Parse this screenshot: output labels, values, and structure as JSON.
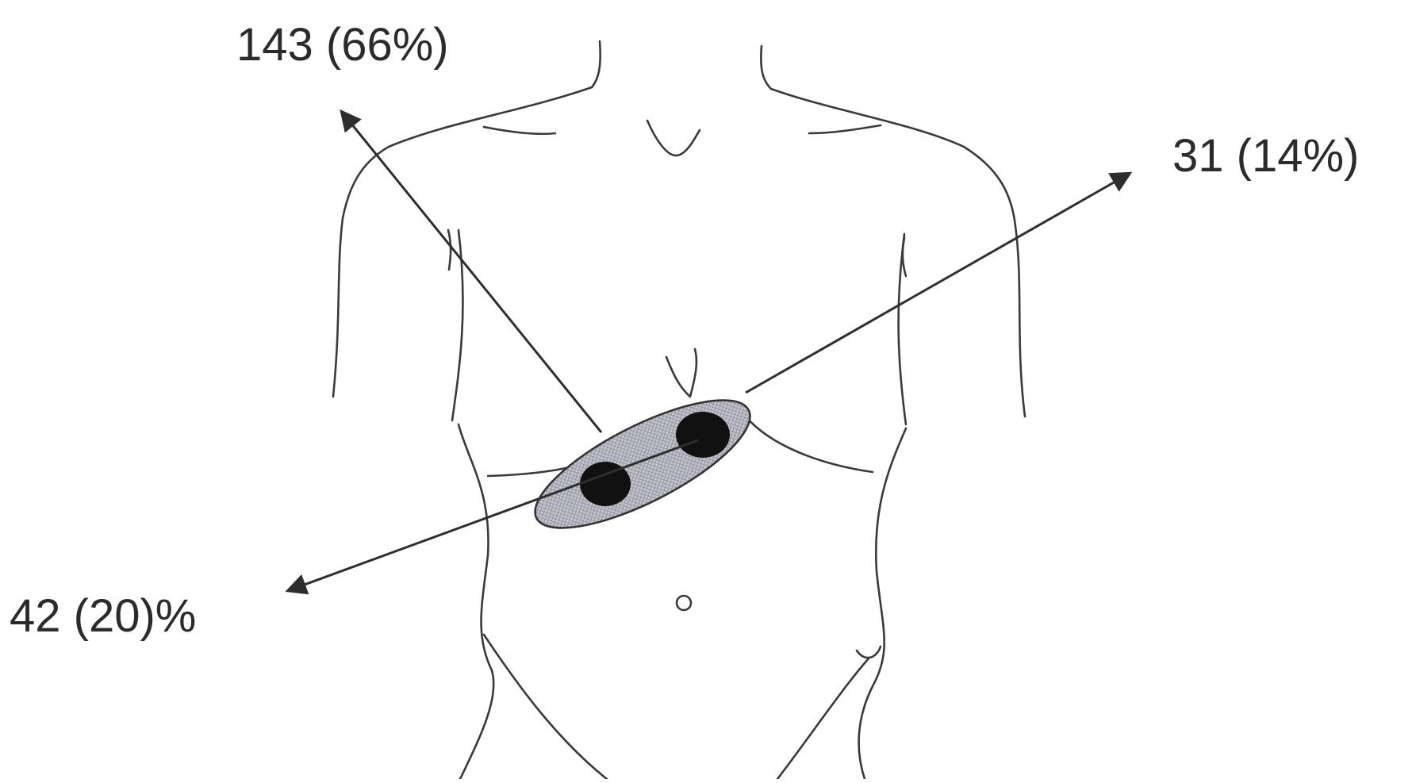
{
  "annotations": {
    "upper_left": "143 (66%)",
    "upper_right": "31 (14%)",
    "lower_left": "42 (20)%"
  },
  "colors": {
    "outline": "#3a3a3a",
    "ellipse_fill": "#b9b9c6",
    "port_fill": "#111111",
    "text": "#2b2b2b"
  }
}
